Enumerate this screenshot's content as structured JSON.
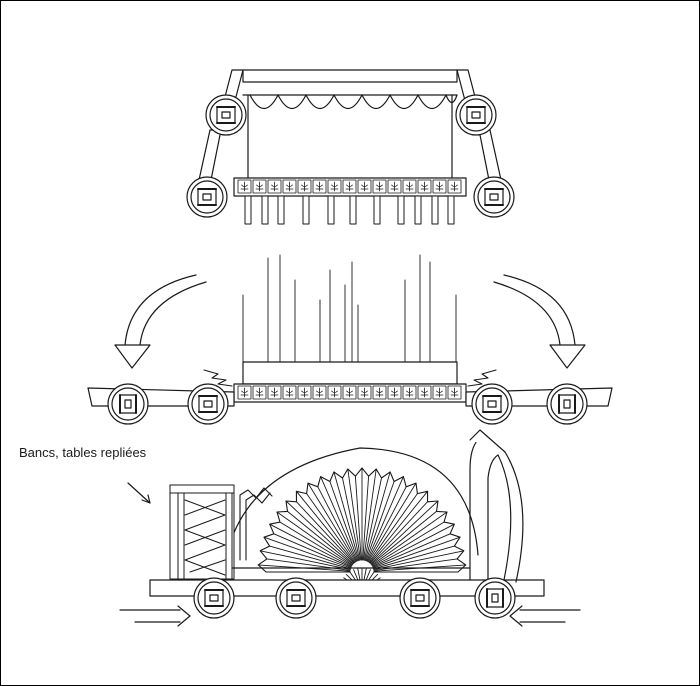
{
  "annotation": {
    "label": "Bancs, tables repliées"
  },
  "colors": {
    "stroke": "#1a1a1a",
    "fill": "#ffffff",
    "shade": "#555555"
  },
  "stages": [
    {
      "id": "assembled",
      "wheel_count": 4
    },
    {
      "id": "unfolding",
      "wheel_count": 4
    },
    {
      "id": "folded",
      "wheel_count": 4
    }
  ]
}
